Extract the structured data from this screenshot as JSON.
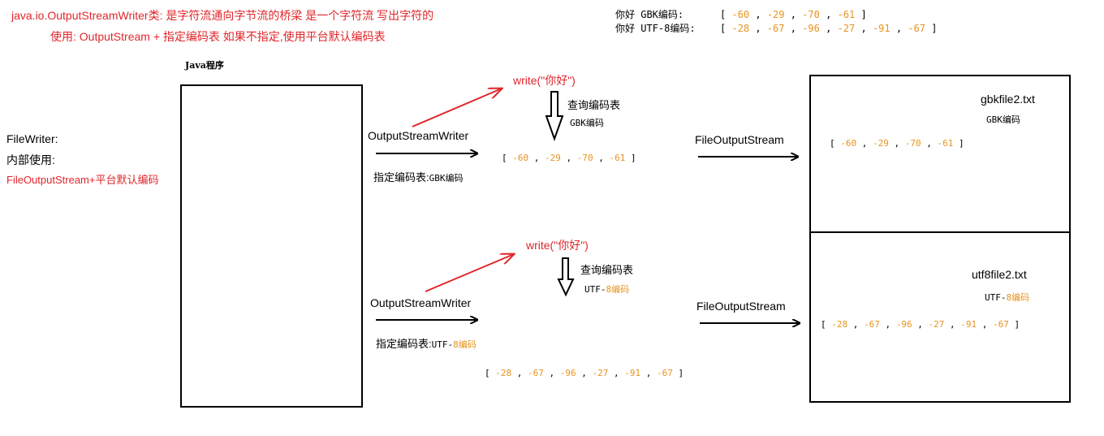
{
  "header": {
    "line1": "java.io.OutputStreamWriter类: 是字符流通向字节流的桥梁  是一个字符流 写出字符的",
    "line2": "使用: OutputStream + 指定编码表   如果不指定,使用平台默认编码表"
  },
  "top_right": {
    "gbk_label_a": "你好 GBK编码:",
    "gbk_bytes": [
      "-60",
      "-29",
      "-70",
      "-61"
    ],
    "utf_label_a": "你好 UTF-8编码:",
    "utf_bytes": [
      "-28",
      "-67",
      "-96",
      "-27",
      "-91",
      "-67"
    ]
  },
  "left": {
    "filewriter": "FileWriter:",
    "inner": "内部使用:",
    "fos_default": "FileOutputStream+平台默认编码"
  },
  "java_program": "Java程序",
  "gbk_row": {
    "write": "write(\"你好\")",
    "lookup": "查询编码表",
    "encoding": "GBK编码",
    "osw": "OutputStreamWriter",
    "specify_label": "指定编码表:",
    "specify_value": "GBK编码",
    "bytes": [
      "-60",
      "-29",
      "-70",
      "-61"
    ],
    "fos": "FileOutputStream",
    "file_name": "gbkfile2.txt",
    "file_encoding": "GBK编码",
    "file_bytes": [
      "-60",
      "-29",
      "-70",
      "-61"
    ]
  },
  "utf_row": {
    "write": "write(\"你好\")",
    "lookup": "查询编码表",
    "encoding_prefix": "UTF-",
    "encoding_suffix": "8编码",
    "osw": "OutputStreamWriter",
    "specify_label": "指定编码表:",
    "specify_prefix": "UTF-",
    "specify_suffix": "8编码",
    "bytes": [
      "-28",
      "-67",
      "-96",
      "-27",
      "-91",
      "-67"
    ],
    "fos": "FileOutputStream",
    "file_name": "utf8file2.txt",
    "file_encoding_prefix": "UTF-",
    "file_encoding_suffix": "8编码",
    "file_bytes": [
      "-28",
      "-67",
      "-96",
      "-27",
      "-91",
      "-67"
    ]
  }
}
